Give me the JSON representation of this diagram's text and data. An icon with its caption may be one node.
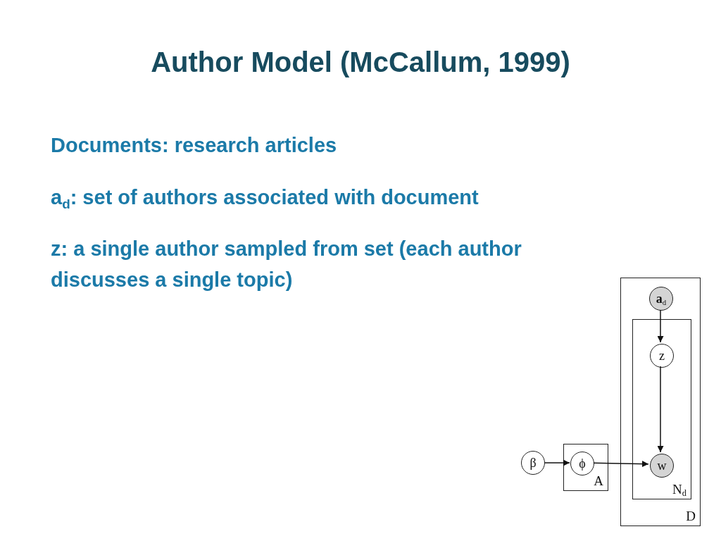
{
  "diagram": {
    "title": "Author Model (McCallum, 1999)",
    "nodes": [
      {
        "text": [
          "D"
        ]
      },
      {
        "text": [
          "**a**$_{d}$"
        ],
        "in": 0
      },
      {
        "text": [
          "N$_{d}$"
        ],
        "in": 0
      },
      {
        "text": [
          "z"
        ],
        "in": 2
      },
      {
        "text": [
          "w"
        ],
        "in": 2
      },
      {
        "text": [
          "β"
        ]
      },
      {
        "text": [
          "A"
        ]
      },
      {
        "text": [
          "ϕ"
        ],
        "in": 6
      }
    ],
    "edges": [
      {
        "from": 1,
        "to": 3,
        "arrow": "to"
      },
      {
        "from": 3,
        "to": 4,
        "arrow": "to"
      },
      {
        "from": 5,
        "to": 7,
        "arrow": "to"
      },
      {
        "from": 7,
        "to": 4,
        "arrow": "to"
      }
    ],
    "labels": [
      "Documents: research articles",
      "a$_{d}$: set of authors associated with document",
      "z: a single author sampled from set (each author discusses a single topic)"
    ]
  }
}
